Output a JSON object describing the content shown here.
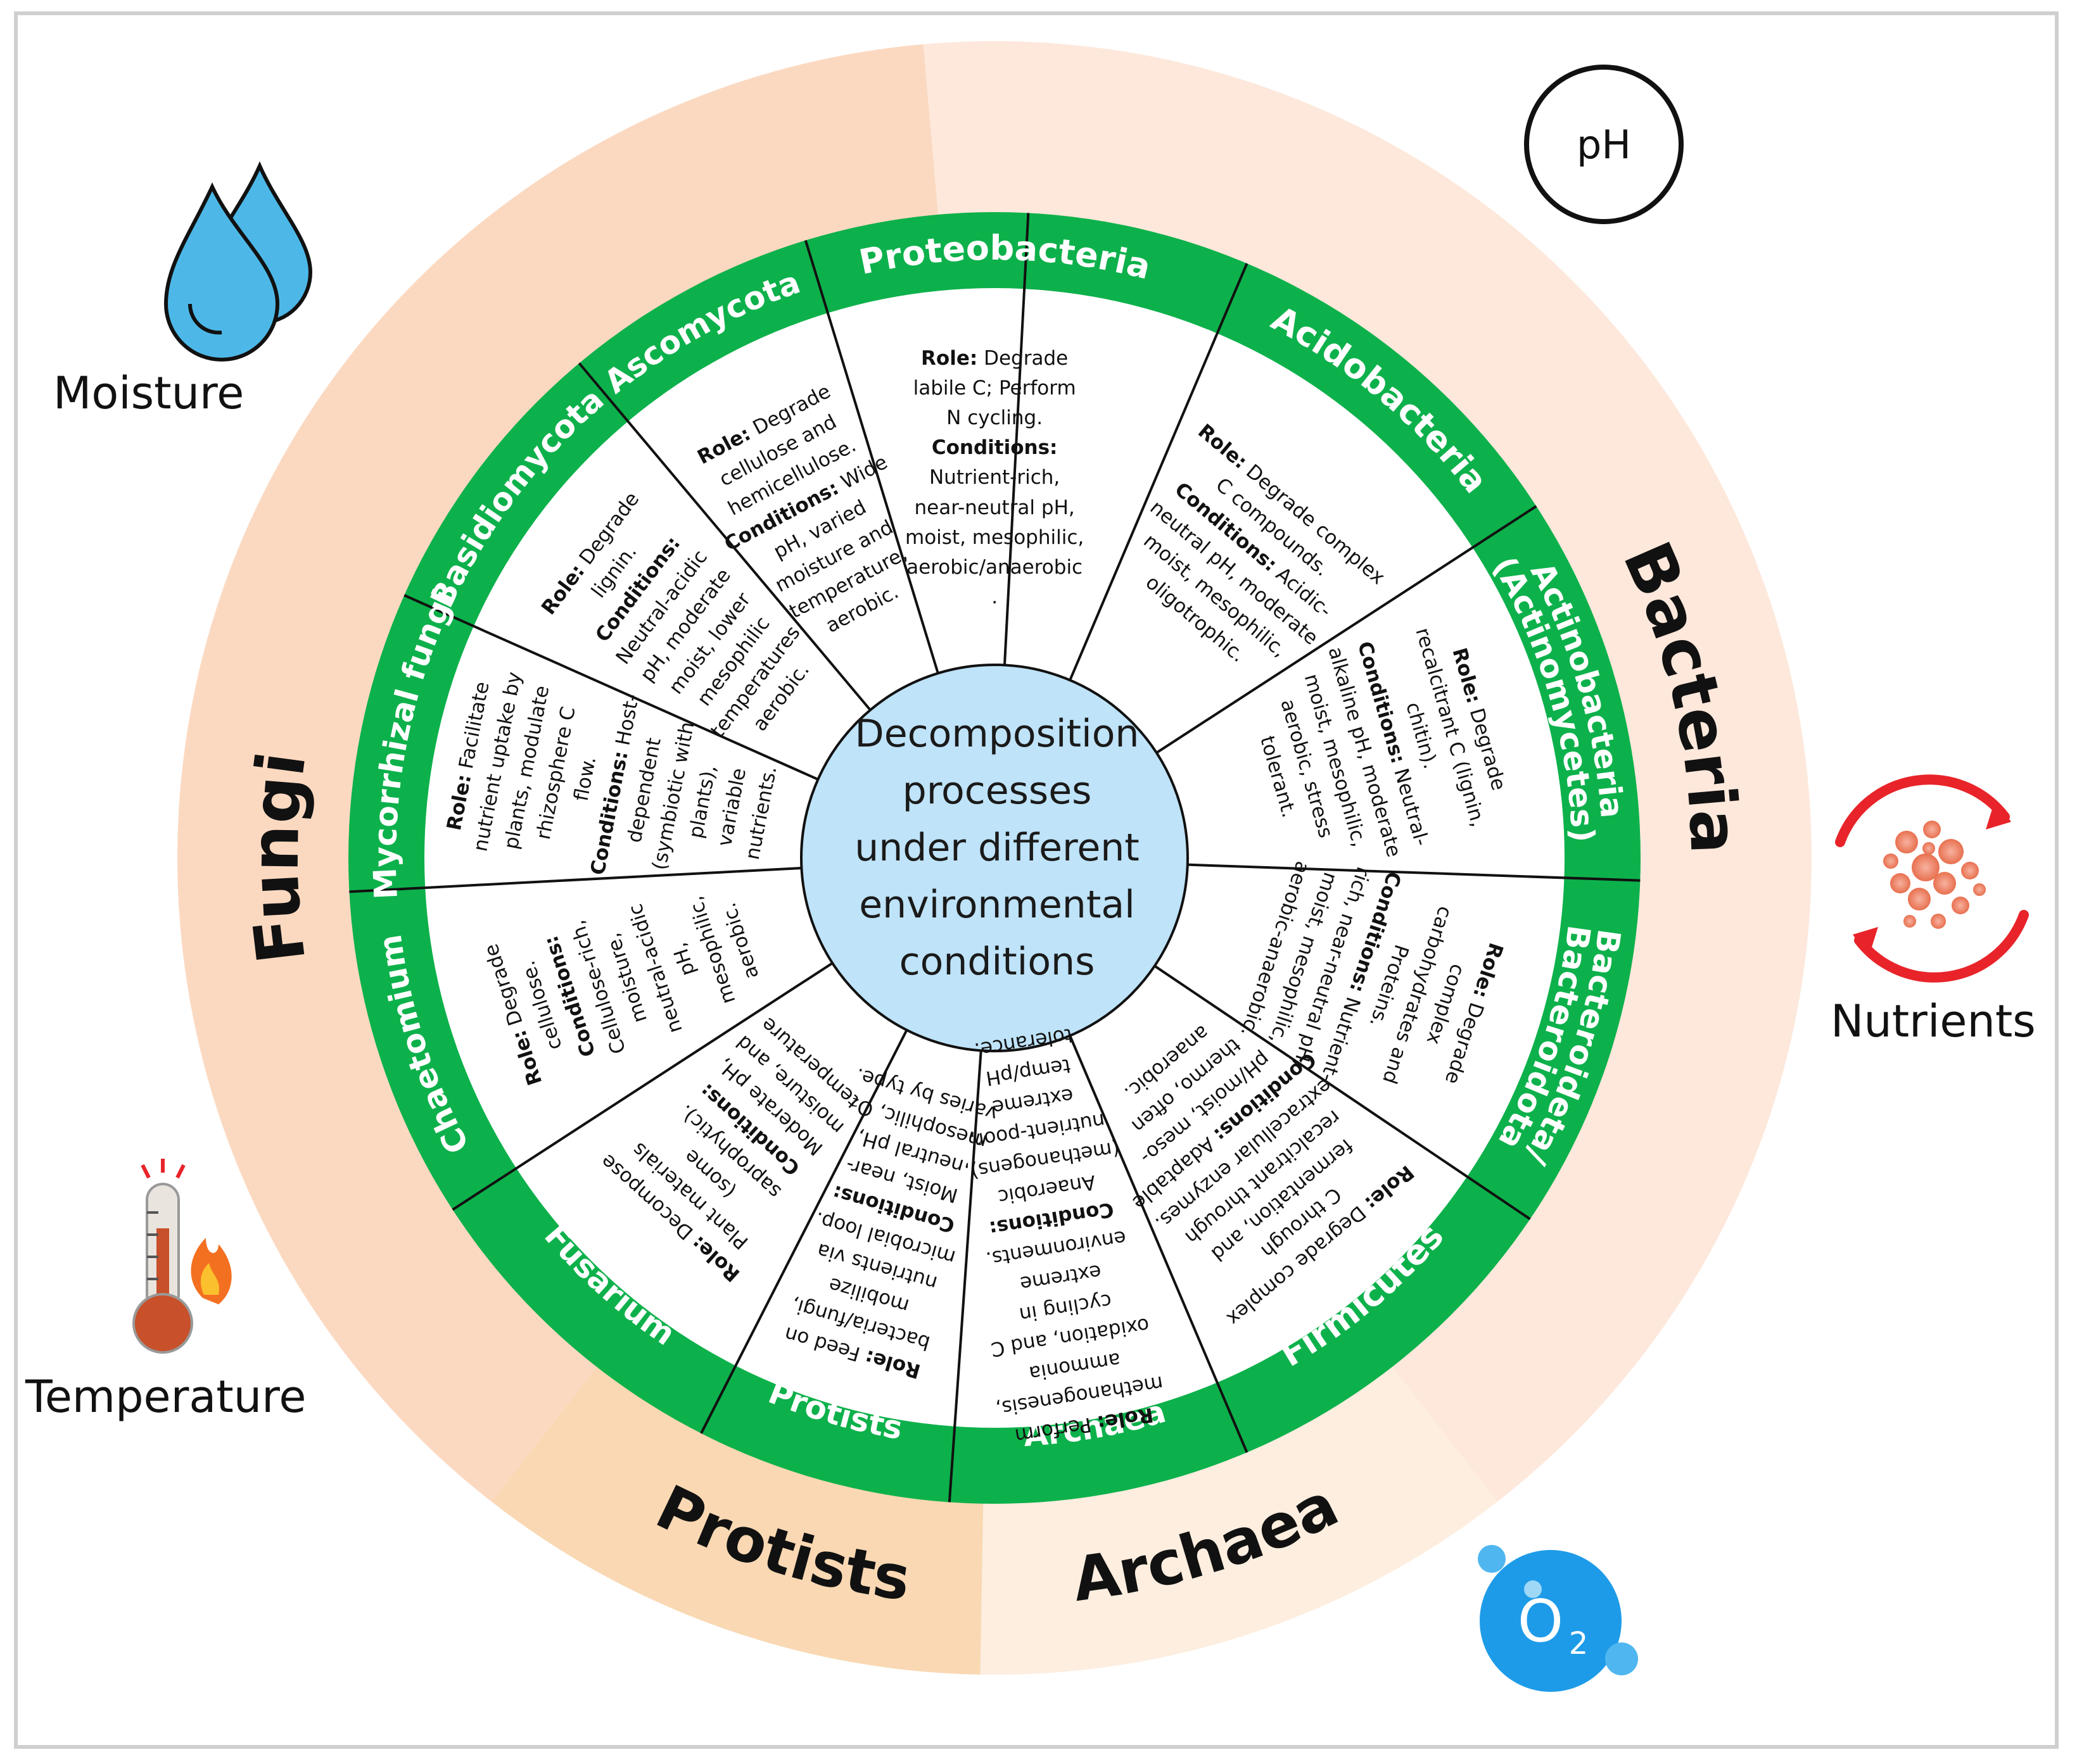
{
  "center": {
    "lines": [
      "Decomposition",
      "processes",
      "under different",
      "environmental",
      "conditions"
    ]
  },
  "groups": {
    "bacteria": "Bacteria",
    "fungi": "Fungi",
    "protists": "Protists",
    "archaea": "Archaea"
  },
  "taxa": {
    "proteobacteria": "Proteobacteria",
    "acidobacteria": "Acidobacteria",
    "actinobacteria_1": "Actinobacteria",
    "actinobacteria_2": "(Actinomycetes)",
    "bacteroidetes_1": "Bacteroideta/",
    "bacteroidetes_2": "Bacteroidota",
    "firmicutes": "Firmicutes",
    "archaea": "Archaea",
    "protists": "Protists",
    "fusarium": "Fusarium",
    "chaetomium": "Chaetomium",
    "mycorrhizal": "Mycorrhizal fungi",
    "basidiomycota": "Basidiomycota",
    "ascomycota": "Ascomycota"
  },
  "factors": {
    "moisture": "Moisture",
    "ph": "pH",
    "nutrients": "Nutrients",
    "temperature": "Temperature",
    "oxygen_main": "O",
    "oxygen_sub": "2"
  },
  "roles": {
    "proteobacteria": [
      "<b>Role:</b> Degrade",
      "labile C; Perform",
      "N cycling.",
      "<b>Conditions:</b>",
      "Nutrient-rich,",
      "near-neutral pH,",
      "moist, mesophilic,",
      "aerobic/anaerobic",
      "."
    ],
    "acidobacteria": [
      "<b>Role:</b> Degrade complex",
      "C compounds.",
      "<b>Conditions:</b> Acidic-",
      "neutral pH, moderate",
      "moist, mesophilic,",
      "oligotrophic."
    ],
    "actinobacteria": [
      "<b>Role:</b> Degrade",
      "recalcitrant C (lignin,",
      "chitin).",
      "<b>Conditions:</b> Neutral-",
      "alkaline pH, moderate",
      "moist, mesophilic,",
      "aerobic, stress",
      "tolerant."
    ],
    "bacteroidetes": [
      "<b>Role:</b> Degrade",
      "complex",
      "carbohydrates and",
      "Proteins.",
      "<b>Conditions:</b> Nutrient-",
      "rich, near-neutral pH,",
      "moist, mesophilic,",
      "aerobic-anaerobic."
    ],
    "firmicutes": [
      "<b>Role:</b> Degrade complex",
      "C through",
      "fermentation, and",
      "recalcitrant through",
      "extracellular enzymes.",
      "<b>Conditions:</b> Adaptable",
      "pH/moist, meso-",
      "thermo, often",
      "anaerobic."
    ],
    "archaea": [
      "<b>Role:</b> Perform",
      "methanogenesis,",
      "ammonia",
      "oxidation, and C",
      "cycling in",
      "extreme",
      "environments.",
      "<b>Conditions:</b>",
      "Anaerobic",
      "(methanogens),",
      "nutrient-poor,",
      "extreme",
      "temp/pH",
      "tolerance."
    ],
    "protists": [
      "<b>Role:</b> Feed on",
      "bacteria/fungi,",
      "mobilize",
      "nutrients via",
      "microbial loop.",
      "<b>Conditions:</b>",
      "Moist, near-",
      "neutral pH,",
      "mesophilic, O₂",
      "varies by type."
    ],
    "fusarium": [
      "<b>Role:</b> Decompose",
      "Plant materials",
      "(some",
      "saprophytic).",
      "<b>Conditions:</b>",
      "Moderate pH,",
      "moisture, and",
      "temperature"
    ],
    "chaetomium": [
      "<b>Role:</b> Degrade",
      "cellulose.",
      "<b>Conditions:</b>",
      "Cellulose-rich,",
      "moisture,",
      "neutral-acidic",
      "pH,",
      "mesophilic,",
      "aerobic."
    ],
    "mycorrhizal": [
      "<b>Role:</b> Facilitate",
      "nutrient uptake by",
      "plants, modulate",
      "rhizosphere C",
      "flow.",
      "<b>Conditions:</b> Host-",
      "dependent",
      "(symbiotic with",
      "plants),",
      "variable",
      "nutrients."
    ],
    "basidiomycota": [
      "<b>Role:</b> Degrade",
      "lignin.",
      "<b>Conditions:</b>",
      "Neutral-acidic",
      "pH, moderate",
      "moist, lower",
      "mesophilic",
      "temperatures,",
      "aerobic."
    ],
    "ascomycota": [
      "<b>Role:</b> Degrade",
      "cellulose and",
      "hemicellulose.",
      "<b>Conditions:</b> Wide",
      "pH, varied",
      "moisture and",
      "temperature,",
      "aerobic."
    ]
  },
  "colors": {
    "green_ring": "#0db14b",
    "outer_fungi": "#fbd9c1",
    "outer_bacteria": "#fde8db",
    "outer_protists": "#f9d8b3",
    "outer_archaea": "#fdeedf",
    "center_fill": "#bfe3f8",
    "water": "#4db8e8",
    "oxygen": "#1e9be8",
    "nutrients_arrow": "#e8242a"
  }
}
